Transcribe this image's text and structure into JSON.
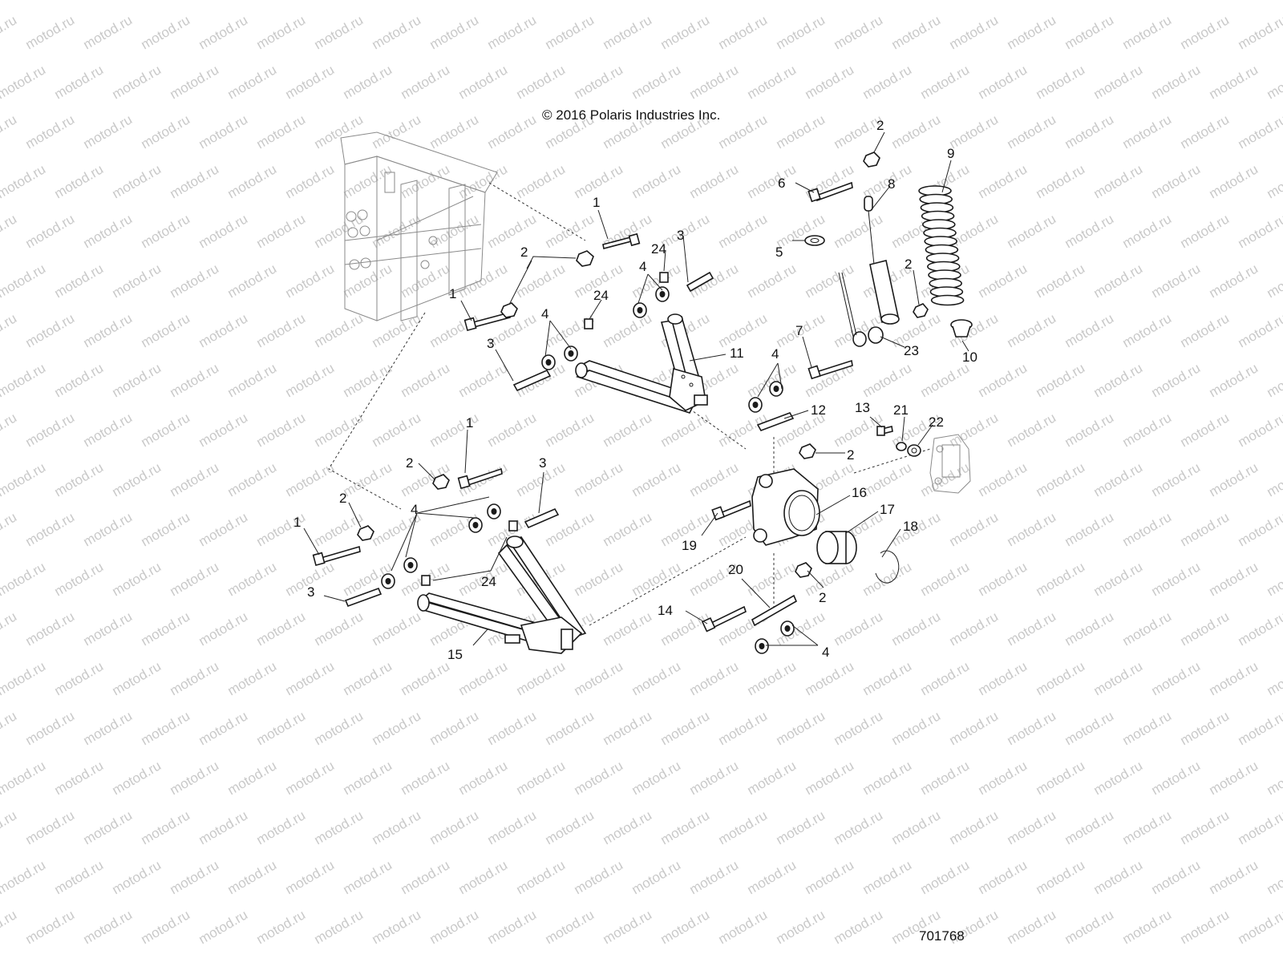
{
  "copyright": "© 2016 Polaris Industries Inc.",
  "drawing_number": "701768",
  "watermark": "motod.ru",
  "callouts": [
    {
      "id": "c1a",
      "text": "1"
    },
    {
      "id": "c1b",
      "text": "1"
    },
    {
      "id": "c1c",
      "text": "1"
    },
    {
      "id": "c1d",
      "text": "1"
    },
    {
      "id": "c2a",
      "text": "2"
    },
    {
      "id": "c2b",
      "text": "2"
    },
    {
      "id": "c2c",
      "text": "2"
    },
    {
      "id": "c2d",
      "text": "2"
    },
    {
      "id": "c2e",
      "text": "2"
    },
    {
      "id": "c2f",
      "text": "2"
    },
    {
      "id": "c2g",
      "text": "2"
    },
    {
      "id": "c3a",
      "text": "3"
    },
    {
      "id": "c3b",
      "text": "3"
    },
    {
      "id": "c3c",
      "text": "3"
    },
    {
      "id": "c3d",
      "text": "3"
    },
    {
      "id": "c4a",
      "text": "4"
    },
    {
      "id": "c4b",
      "text": "4"
    },
    {
      "id": "c4c",
      "text": "4"
    },
    {
      "id": "c4d",
      "text": "4"
    },
    {
      "id": "c4e",
      "text": "4"
    },
    {
      "id": "c5",
      "text": "5"
    },
    {
      "id": "c6",
      "text": "6"
    },
    {
      "id": "c7",
      "text": "7"
    },
    {
      "id": "c8",
      "text": "8"
    },
    {
      "id": "c9",
      "text": "9"
    },
    {
      "id": "c10",
      "text": "10"
    },
    {
      "id": "c11",
      "text": "11"
    },
    {
      "id": "c12",
      "text": "12"
    },
    {
      "id": "c13",
      "text": "13"
    },
    {
      "id": "c14",
      "text": "14"
    },
    {
      "id": "c15",
      "text": "15"
    },
    {
      "id": "c16",
      "text": "16"
    },
    {
      "id": "c17",
      "text": "17"
    },
    {
      "id": "c18",
      "text": "18"
    },
    {
      "id": "c19",
      "text": "19"
    },
    {
      "id": "c20",
      "text": "20"
    },
    {
      "id": "c21",
      "text": "21"
    },
    {
      "id": "c22",
      "text": "22"
    },
    {
      "id": "c23",
      "text": "23"
    },
    {
      "id": "c24a",
      "text": "24"
    },
    {
      "id": "c24b",
      "text": "24"
    },
    {
      "id": "c24c",
      "text": "24"
    }
  ]
}
